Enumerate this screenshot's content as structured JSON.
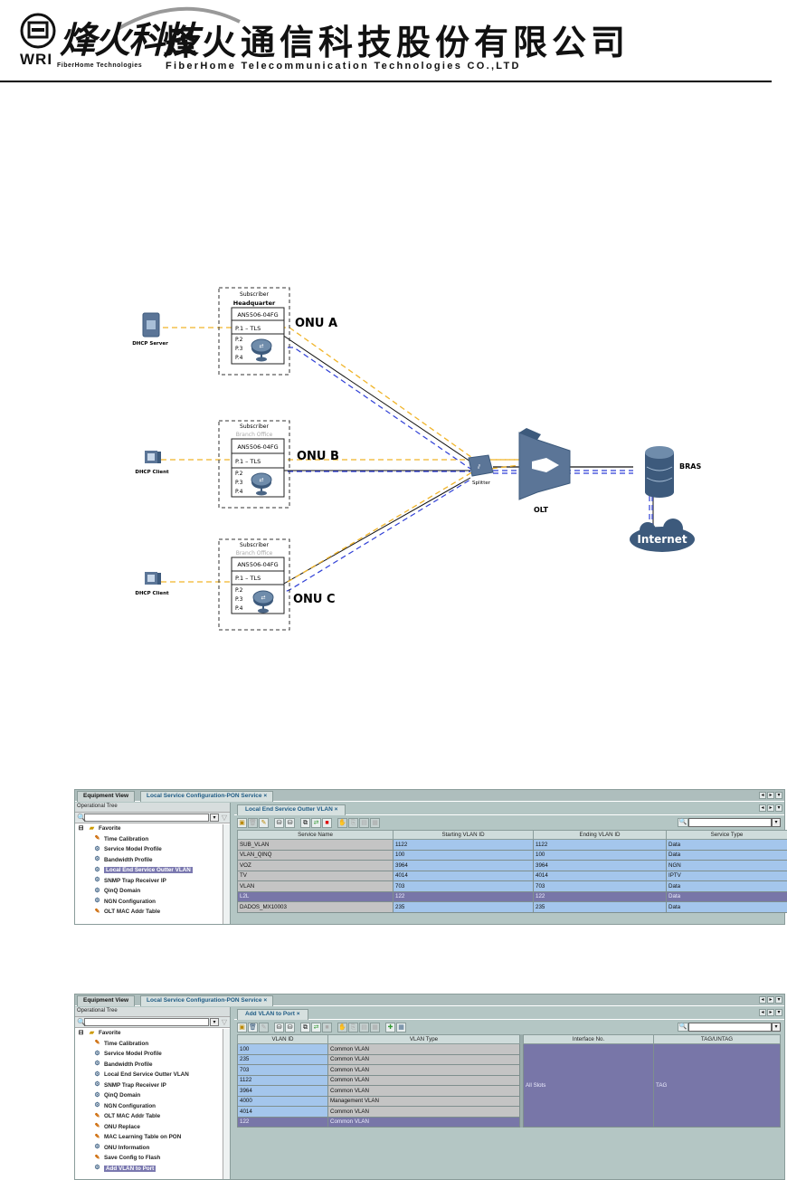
{
  "header": {
    "logo_mark": "WRI",
    "brand_cn": "烽火科技",
    "brand_en": "FiberHome Technologies",
    "company_cn": "烽火通信科技股份有限公司",
    "company_en": "FiberHome Telecommunication Technologies CO.,LTD"
  },
  "diagram": {
    "colors": {
      "tls_link": "#f0b429",
      "service_link": "#2f3fd6",
      "fiber": "#111111",
      "device": "#4a6585"
    },
    "dhcp_server": "DHCP Server",
    "dhcp_client_b": "DHCP Client",
    "dhcp_client_c": "DHCP Client",
    "sites": [
      {
        "subscriber": "Subscriber",
        "site": "Headquarter",
        "model": "AN5506-04FG",
        "ports": [
          "P.1 – TLS",
          "P.2",
          "P.3",
          "P.4"
        ],
        "onu": "ONU A"
      },
      {
        "subscriber": "Subscriber",
        "site": "Branch Office",
        "model": "AN5506-04FG",
        "ports": [
          "P.1 – TLS",
          "P.2",
          "P.3",
          "P.4"
        ],
        "onu": "ONU B"
      },
      {
        "subscriber": "Subscriber",
        "site": "Branch Office",
        "model": "AN5506-04FG",
        "ports": [
          "P.1 – TLS",
          "P.2",
          "P.3",
          "P.4"
        ],
        "onu": "ONU C"
      }
    ],
    "splitter": "Splitter",
    "olt": "OLT",
    "bras": "BRAS",
    "internet": "Internet"
  },
  "app1": {
    "tabs": [
      "Equipment View",
      "Local Service Configuration-PON Service"
    ],
    "tab_close": "×",
    "tree_title": "Operational Tree",
    "tree_root": "Favorite",
    "tree_items": [
      "Time Calibration",
      "Service Model Profile",
      "Bandwidth Profile",
      "Local End Service Outter VLAN",
      "SNMP Trap Receiver IP",
      "QinQ Domain",
      "NGN Configuration",
      "OLT MAC Addr Table"
    ],
    "selected_item": "Local End Service Outter VLAN",
    "subtab": "Local End Service Outter VLAN",
    "columns": [
      "Service Name",
      "Starting VLAN ID",
      "Ending VLAN ID",
      "Service Type"
    ],
    "rows": [
      [
        "SUB_VLAN",
        "1122",
        "1122",
        "Data"
      ],
      [
        "VLAN_QINQ",
        "100",
        "100",
        "Data"
      ],
      [
        "VOZ",
        "3964",
        "3964",
        "NGN"
      ],
      [
        "TV",
        "4014",
        "4014",
        "IPTV"
      ],
      [
        "VLAN",
        "703",
        "703",
        "Data"
      ],
      [
        "L2L",
        "122",
        "122",
        "Data"
      ],
      [
        "DADOS_MX10003",
        "235",
        "235",
        "Data"
      ]
    ],
    "selected_row": 5
  },
  "app2": {
    "tabs": [
      "Equipment View",
      "Local Service Configuration-PON Service"
    ],
    "tab_close": "×",
    "tree_title": "Operational Tree",
    "tree_root": "Favorite",
    "tree_items": [
      "Time Calibration",
      "Service Model Profile",
      "Bandwidth Profile",
      "Local End Service Outter VLAN",
      "SNMP Trap Receiver IP",
      "QinQ Domain",
      "NGN Configuration",
      "OLT MAC Addr Table",
      "ONU Replace",
      "MAC Learning Table on PON",
      "ONU Information",
      "Save Config to Flash",
      "Add VLAN to Port"
    ],
    "selected_item": "Add VLAN to Port",
    "subtab": "Add VLAN to Port",
    "left_columns": [
      "VLAN ID",
      "VLAN Type"
    ],
    "left_rows": [
      [
        "100",
        "Common VLAN"
      ],
      [
        "235",
        "Common VLAN"
      ],
      [
        "703",
        "Common VLAN"
      ],
      [
        "1122",
        "Common VLAN"
      ],
      [
        "3964",
        "Common VLAN"
      ],
      [
        "4000",
        "Management VLAN"
      ],
      [
        "4014",
        "Common VLAN"
      ],
      [
        "122",
        "Common VLAN"
      ]
    ],
    "left_selected_row": 7,
    "right_columns": [
      "Interface No.",
      "TAG/UNTAG"
    ],
    "right_rows": [
      [
        "All Slots",
        "TAG"
      ]
    ]
  }
}
